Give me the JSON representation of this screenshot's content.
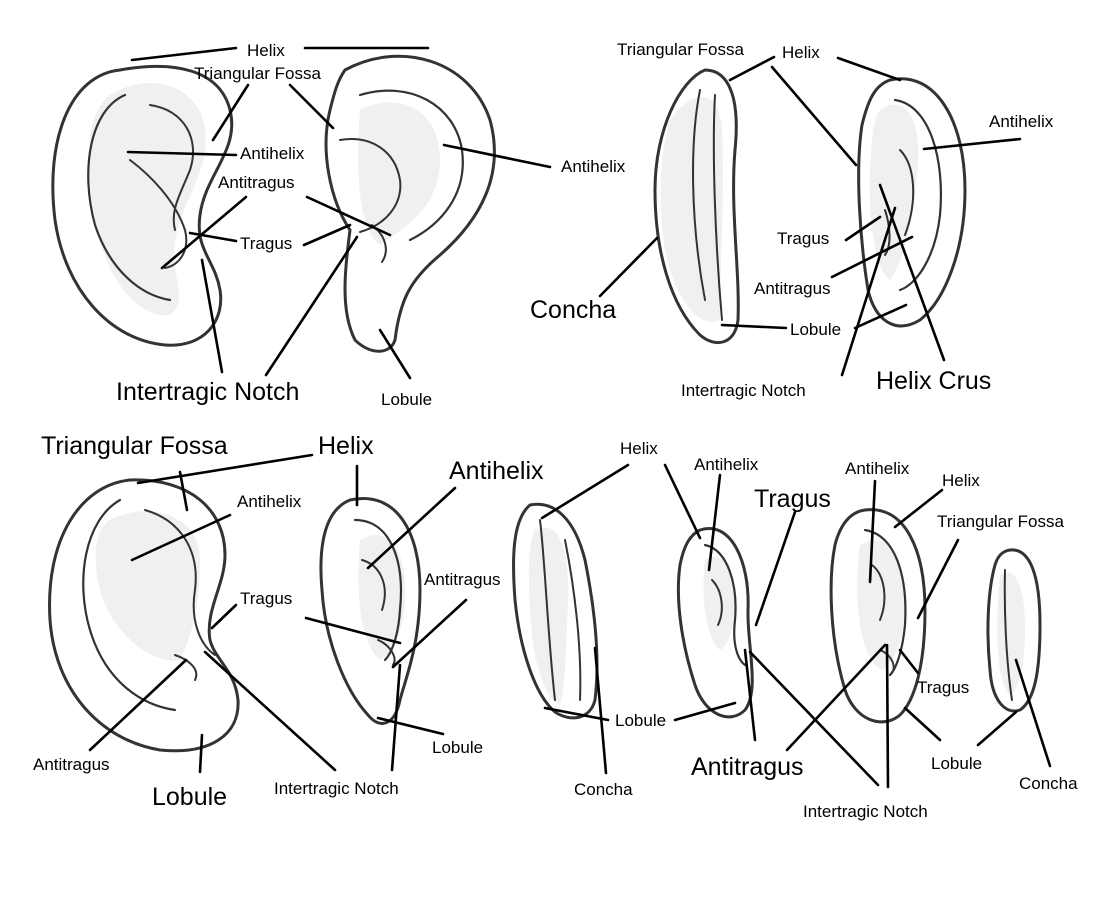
{
  "labels": {
    "e1": {
      "helix": "Helix",
      "triangular_fossa": "Triangular Fossa",
      "antihelix": "Antihelix",
      "antitragus": "Antitragus",
      "tragus": "Tragus",
      "intertragic_notch": "Intertragic Notch"
    },
    "e2": {
      "antihelix": "Antihelix",
      "lobule": "Lobule"
    },
    "e3": {
      "triangular_fossa": "Triangular Fossa",
      "concha": "Concha"
    },
    "e4": {
      "helix": "Helix",
      "antihelix": "Antihelix",
      "tragus": "Tragus",
      "antitragus": "Antitragus",
      "lobule": "Lobule",
      "intertragic_notch": "Intertragic Notch",
      "helix_crus": "Helix Crus"
    },
    "e5": {
      "triangular_fossa": "Triangular Fossa",
      "helix": "Helix",
      "antihelix": "Antihelix",
      "tragus": "Tragus",
      "antitragus": "Antitragus",
      "lobule": "Lobule"
    },
    "e6": {
      "antihelix": "Antihelix",
      "antitragus": "Antitragus",
      "lobule": "Lobule",
      "intertragic_notch": "Intertragic Notch"
    },
    "e7": {
      "helix": "Helix",
      "lobule": "Lobule",
      "concha": "Concha"
    },
    "e8": {
      "antihelix": "Antihelix",
      "tragus": "Tragus",
      "antitragus": "Antitragus"
    },
    "e9": {
      "antihelix": "Antihelix",
      "helix": "Helix",
      "triangular_fossa": "Triangular Fossa",
      "tragus": "Tragus",
      "lobule": "Lobule",
      "intertragic_notch": "Intertragic Notch"
    },
    "e10": {
      "concha": "Concha"
    }
  }
}
